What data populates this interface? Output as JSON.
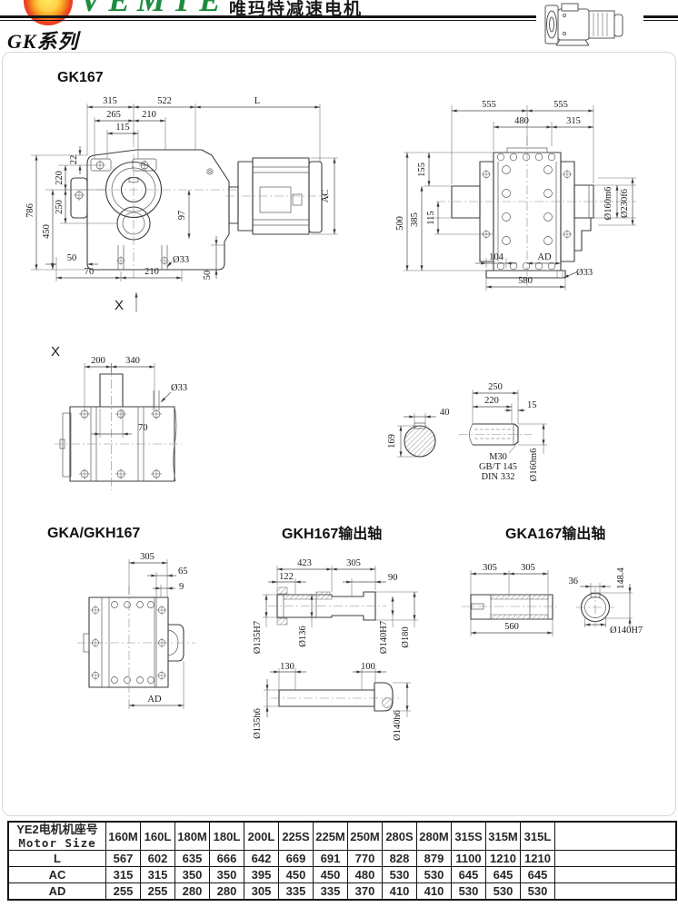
{
  "header": {
    "brand": "VEMTE",
    "brand_cn": "唯玛特减速电机",
    "series": "GK系列"
  },
  "front_view": {
    "title": "GK167",
    "dims": {
      "w_315": "315",
      "w_522": "522",
      "w_L": "L",
      "w_265": "265",
      "w_210": "210",
      "w_115": "115",
      "h_786": "786",
      "h_450": "450",
      "h_250": "250",
      "h_220": "220",
      "h_22": "22",
      "h_97": "97",
      "b_50": "50",
      "b_70": "70",
      "b_210": "210",
      "b_d33": "Ø33",
      "b_50r": "50",
      "motor_ac": "AC",
      "marker": "X"
    }
  },
  "side_view": {
    "dims": {
      "t_555a": "555",
      "t_555b": "555",
      "t_480": "480",
      "t_315": "315",
      "l_500": "500",
      "l_385": "385",
      "l_155": "155",
      "l_115": "115",
      "r_d160": "Ø160m6",
      "r_d230": "Ø230f6",
      "b_104": "104",
      "b_ad": "AD",
      "b_580": "580",
      "b_d33": "Ø33"
    }
  },
  "x_view": {
    "marker": "X",
    "dims": {
      "w_200": "200",
      "w_340": "340",
      "d33": "Ø33",
      "w_70": "70"
    }
  },
  "key_section": {
    "dims": {
      "w_40": "40",
      "h_169": "169"
    }
  },
  "shaft_end": {
    "dims": {
      "w_250": "250",
      "w_220": "220",
      "w_15": "15",
      "d160": "Ø160m6"
    },
    "callout": [
      "M30",
      "GB/T 145",
      "DIN 332"
    ]
  },
  "gka_gkh_view": {
    "title": "GKA/GKH167",
    "dims": {
      "w_305": "305",
      "w_65": "65",
      "w_9": "9",
      "b_ad": "AD"
    }
  },
  "gkh_shaft": {
    "title": "GKH167输出轴",
    "dims": {
      "w_423": "423",
      "w_305": "305",
      "w_122": "122",
      "w_90": "90",
      "d135h7": "Ø135H7",
      "d136": "Ø136",
      "d140h7": "Ø140H7",
      "d180": "Ø180",
      "w_130": "130",
      "w_100": "100",
      "d135h6": "Ø135h6",
      "d140h6": "Ø140h6"
    }
  },
  "gka_shaft": {
    "title": "GKA167输出轴",
    "dims": {
      "w_305a": "305",
      "w_305b": "305",
      "w_560": "560",
      "w_36": "36",
      "h_1484": "148.4",
      "d140h7": "Ø140H7"
    }
  },
  "table": {
    "header_cn": "YE2电机机座号",
    "header_en": "Motor Size",
    "columns": [
      "160M",
      "160L",
      "180M",
      "180L",
      "200L",
      "225S",
      "225M",
      "250M",
      "280S",
      "280M",
      "315S",
      "315M",
      "315L"
    ],
    "rows": [
      {
        "label": "L",
        "values": [
          "567",
          "602",
          "635",
          "666",
          "642",
          "669",
          "691",
          "770",
          "828",
          "879",
          "1100",
          "1210",
          "1210"
        ]
      },
      {
        "label": "AC",
        "values": [
          "315",
          "315",
          "350",
          "350",
          "395",
          "450",
          "450",
          "480",
          "530",
          "530",
          "645",
          "645",
          "645"
        ]
      },
      {
        "label": "AD",
        "values": [
          "255",
          "255",
          "280",
          "280",
          "305",
          "335",
          "335",
          "370",
          "410",
          "410",
          "530",
          "530",
          "530"
        ]
      }
    ]
  }
}
